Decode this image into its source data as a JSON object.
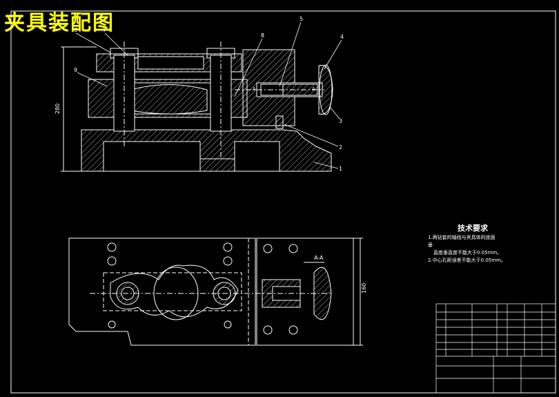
{
  "title": "夹具装配图",
  "leaders": [
    "6",
    "7",
    "9",
    "8",
    "5",
    "4",
    "3",
    "2",
    "1"
  ],
  "dims": {
    "height_front": "280",
    "height_top": "160",
    "section": "A-A",
    "sec_a1": "A",
    "sec_a2": "A"
  },
  "tech_requirements": {
    "title": "技术要求",
    "item1_a": "1.两钻套的轴线与夹具体的底面",
    "item1_b": "垂",
    "item1_c": "直度垂直度不能大于0.05mm。",
    "item2": "2.中心孔距误差不能大于0.05mm。"
  }
}
